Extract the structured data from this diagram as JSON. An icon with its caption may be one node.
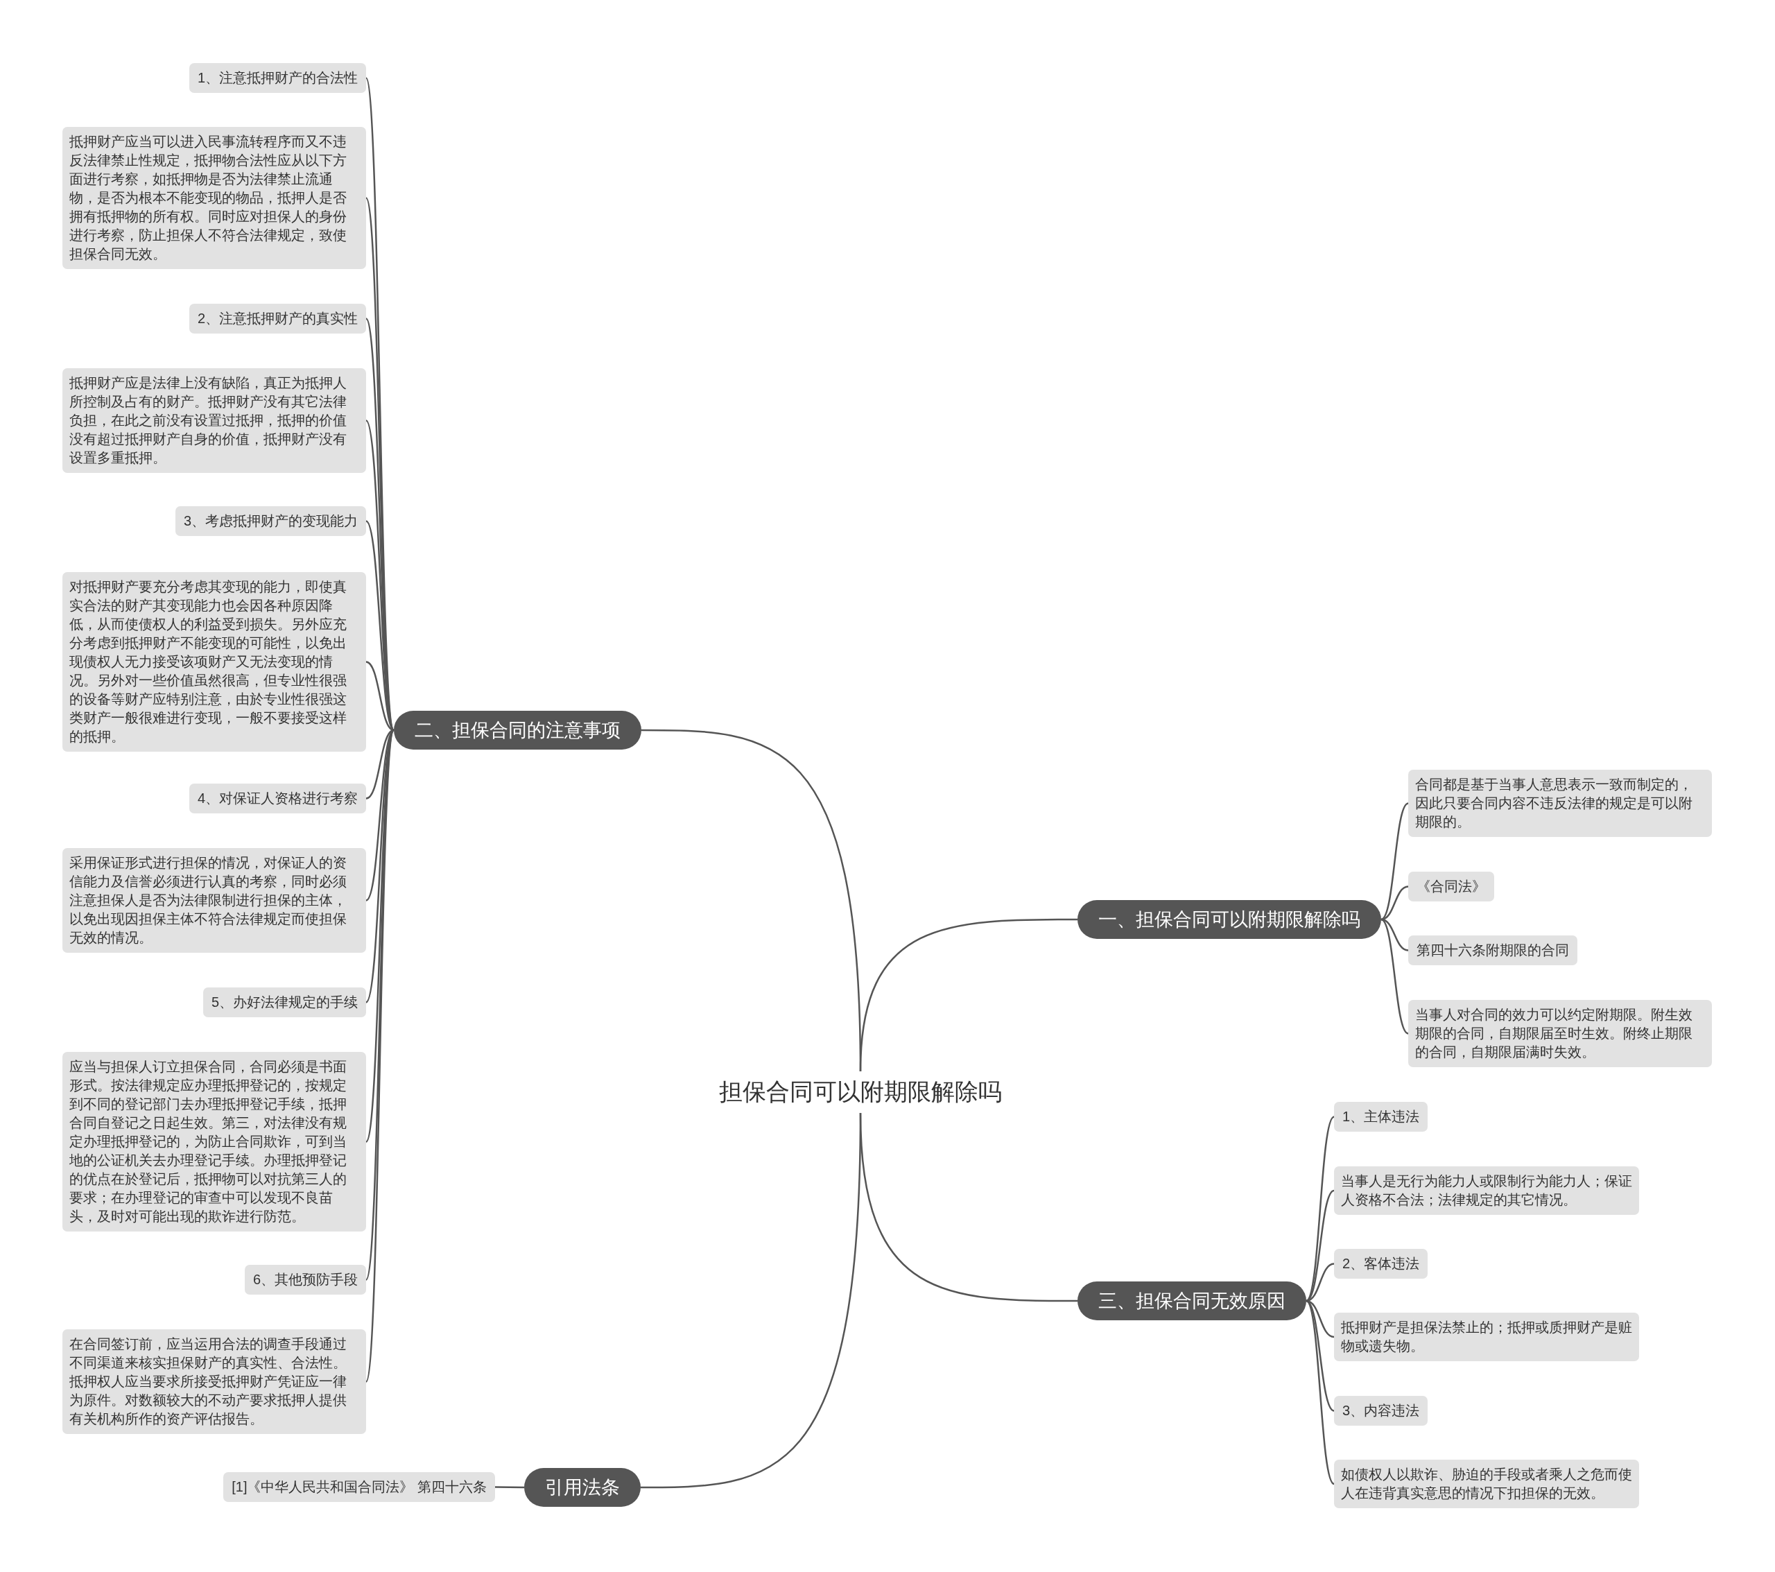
{
  "diagram": {
    "nodes": [
      {
        "text": [
          "担保合同可以附期限解除吗"
        ]
      },
      {
        "text": [
          "二、担保合同的注意事项"
        ]
      },
      {
        "text": [
          "1、注意抵押财产的合法性"
        ]
      },
      {
        "text": [
          "抵押财产应当可以进入民事流转程序而又不违反法律禁止性规定，抵押物合法性应从以下方面进行考察，如抵押物是否为法律禁止流通物，是否为根本不能变现的物品，抵押人是否拥有抵押物的所有权。同时应对担保人的身份进行考察，防止担保人不符合法律规定，致使担保合同无效。"
        ]
      },
      {
        "text": [
          "2、注意抵押财产的真实性"
        ]
      },
      {
        "text": [
          "抵押财产应是法律上没有缺陷，真正为抵押人所控制及占有的财产。抵押财产没有其它法律负担，在此之前没有设置过抵押，抵押的价值没有超过抵押财产自身的价值，抵押财产没有设置多重抵押。"
        ]
      },
      {
        "text": [
          "3、考虑抵押财产的变现能力"
        ]
      },
      {
        "text": [
          "对抵押财产要充分考虑其变现的能力，即使真实合法的财产其变现能力也会因各种原因降低，从而使债权人的利益受到损失。另外应充分考虑到抵押财产不能变现的可能性，以免出现债权人无力接受该项财产又无法变现的情况。另外对一些价值虽然很高，但专业性很强的设备等财产应特别注意，由於专业性很强这类财产一般很难进行变现，一般不要接受这样的抵押。"
        ]
      },
      {
        "text": [
          "4、对保证人资格进行考察"
        ]
      },
      {
        "text": [
          "采用保证形式进行担保的情况，对保证人的资信能力及信誉必须进行认真的考察，同时必须注意担保人是否为法律限制进行担保的主体，以免出现因担保主体不符合法律规定而使担保无效的情况。"
        ]
      },
      {
        "text": [
          "5、办好法律规定的手续"
        ]
      },
      {
        "text": [
          "应当与担保人订立担保合同，合同必须是书面形式。按法律规定应办理抵押登记的，按规定到不同的登记部门去办理抵押登记手续，抵押合同自登记之日起生效。第三，对法律没有规定办理抵押登记的，为防止合同欺诈，可到当地的公证机关去办理登记手续。办理抵押登记的优点在於登记后，抵押物可以对抗第三人的要求；在办理登记的审查中可以发现不良苗头，及时对可能出现的欺诈进行防范。"
        ]
      },
      {
        "text": [
          "6、其他预防手段"
        ]
      },
      {
        "text": [
          "在合同签订前，应当运用合法的调查手段通过不同渠道来核实担保财产的真实性、合法性。抵押权人应当要求所接受抵押财产凭证应一律为原件。对数额较大的不动产要求抵押人提供有关机构所作的资产评估报告。"
        ]
      },
      {
        "text": [
          "一、担保合同可以附期限解除吗"
        ]
      },
      {
        "text": [
          "合同都是基于当事人意思表示一致而制定的，因此只要合同内容不违反法律的规定是可以附期限的。"
        ]
      },
      {
        "text": [
          "《合同法》"
        ]
      },
      {
        "text": [
          "第四十六条附期限的合同"
        ]
      },
      {
        "text": [
          "当事人对合同的效力可以约定附期限。附生效期限的合同，自期限届至时生效。附终止期限的合同，自期限届满时失效。"
        ]
      },
      {
        "text": [
          "三、担保合同无效原因"
        ]
      },
      {
        "text": [
          "1、主体违法"
        ]
      },
      {
        "text": [
          "当事人是无行为能力人或限制行为能力人；保证人资格不合法；法律规定的其它情况。"
        ]
      },
      {
        "text": [
          "2、客体违法"
        ]
      },
      {
        "text": [
          "抵押财产是担保法禁止的；抵押或质押财产是赃物或遗失物。"
        ]
      },
      {
        "text": [
          "3、内容违法"
        ]
      },
      {
        "text": [
          "如债权人以欺诈、胁迫的手段或者乘人之危而使人在违背真实意思的情况下扣担保的无效。"
        ]
      },
      {
        "text": [
          "引用法条"
        ]
      },
      {
        "text": [
          "[1]《中华人民共和国合同法》 第四十六条"
        ]
      }
    ],
    "edges": [
      {
        "from": 0,
        "to": 1,
        "arrow": "none"
      },
      {
        "from": 1,
        "to": 2,
        "arrow": "none"
      },
      {
        "from": 1,
        "to": 3,
        "arrow": "none"
      },
      {
        "from": 1,
        "to": 4,
        "arrow": "none"
      },
      {
        "from": 1,
        "to": 5,
        "arrow": "none"
      },
      {
        "from": 1,
        "to": 6,
        "arrow": "none"
      },
      {
        "from": 1,
        "to": 7,
        "arrow": "none"
      },
      {
        "from": 1,
        "to": 8,
        "arrow": "none"
      },
      {
        "from": 1,
        "to": 9,
        "arrow": "none"
      },
      {
        "from": 1,
        "to": 10,
        "arrow": "none"
      },
      {
        "from": 1,
        "to": 11,
        "arrow": "none"
      },
      {
        "from": 1,
        "to": 12,
        "arrow": "none"
      },
      {
        "from": 1,
        "to": 13,
        "arrow": "none"
      },
      {
        "from": 0,
        "to": 14,
        "arrow": "none"
      },
      {
        "from": 14,
        "to": 15,
        "arrow": "none"
      },
      {
        "from": 14,
        "to": 16,
        "arrow": "none"
      },
      {
        "from": 14,
        "to": 17,
        "arrow": "none"
      },
      {
        "from": 14,
        "to": 18,
        "arrow": "none"
      },
      {
        "from": 0,
        "to": 19,
        "arrow": "none"
      },
      {
        "from": 19,
        "to": 20,
        "arrow": "none"
      },
      {
        "from": 19,
        "to": 21,
        "arrow": "none"
      },
      {
        "from": 19,
        "to": 22,
        "arrow": "none"
      },
      {
        "from": 19,
        "to": 23,
        "arrow": "none"
      },
      {
        "from": 19,
        "to": 24,
        "arrow": "none"
      },
      {
        "from": 19,
        "to": 25,
        "arrow": "none"
      },
      {
        "from": 0,
        "to": 26,
        "arrow": "none"
      },
      {
        "from": 26,
        "to": 27,
        "arrow": "none"
      }
    ]
  }
}
